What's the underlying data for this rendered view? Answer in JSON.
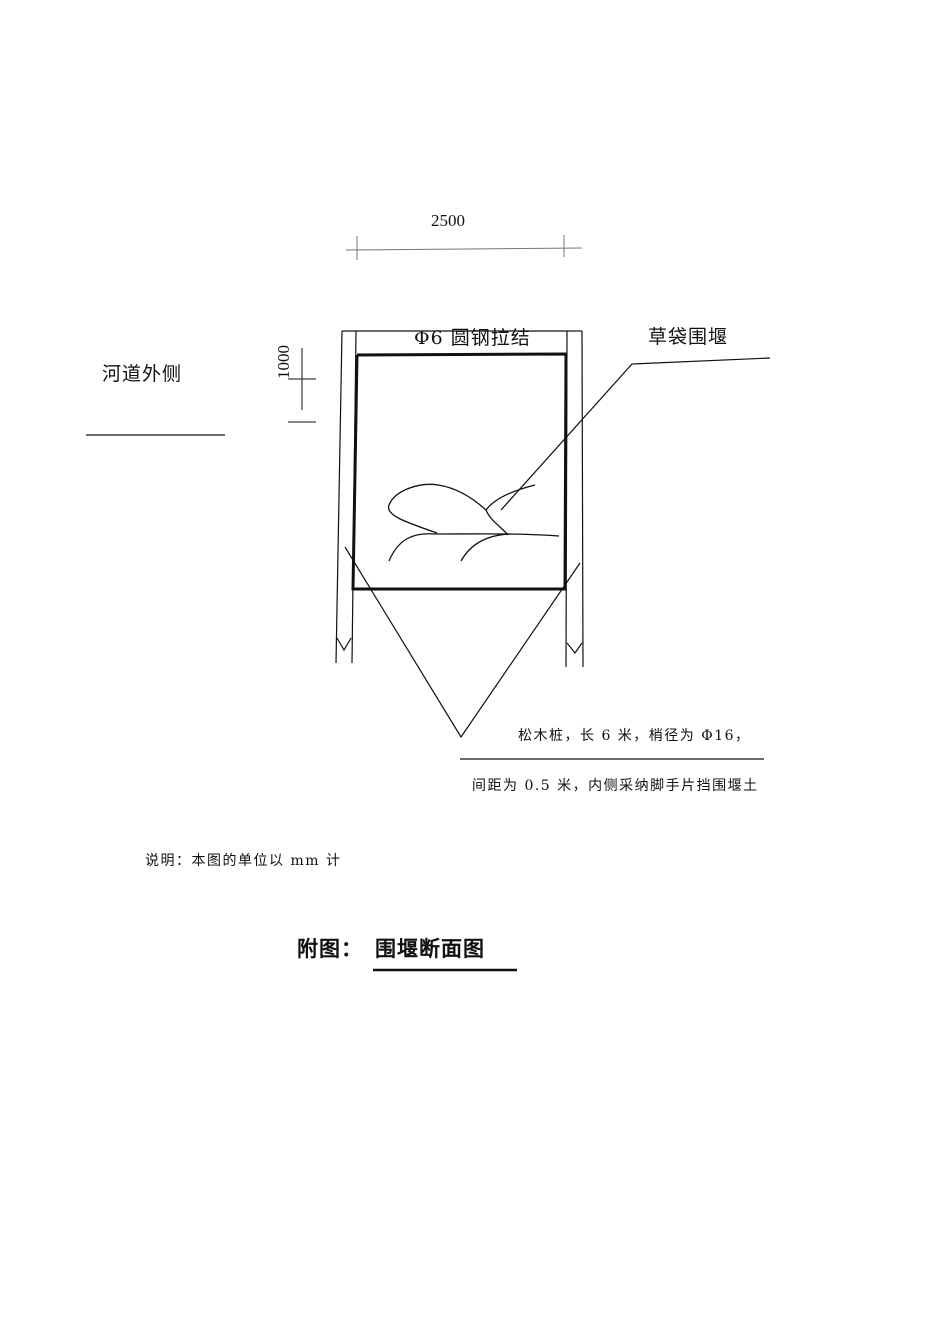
{
  "drawing": {
    "dimensions": {
      "width_label": "2500",
      "height_label": "1000"
    },
    "labels": {
      "tie_rod": "Φ6 圆钢拉结",
      "straw_bag_cofferdam": "草袋围堰",
      "river_outside": "河道外侧",
      "pile_note_line1": "松木桩，长 6 米，梢径为 Φ16，",
      "pile_note_line2": "间距为 0.5 米，内侧采纳脚手片挡围堰土"
    },
    "note": "说明：本图的单位以 mm 计",
    "caption": {
      "prefix": "附图：",
      "title": "围堰断面图"
    },
    "colors": {
      "line": "#111111",
      "dimension_line": "#777777",
      "background": "#ffffff"
    }
  }
}
